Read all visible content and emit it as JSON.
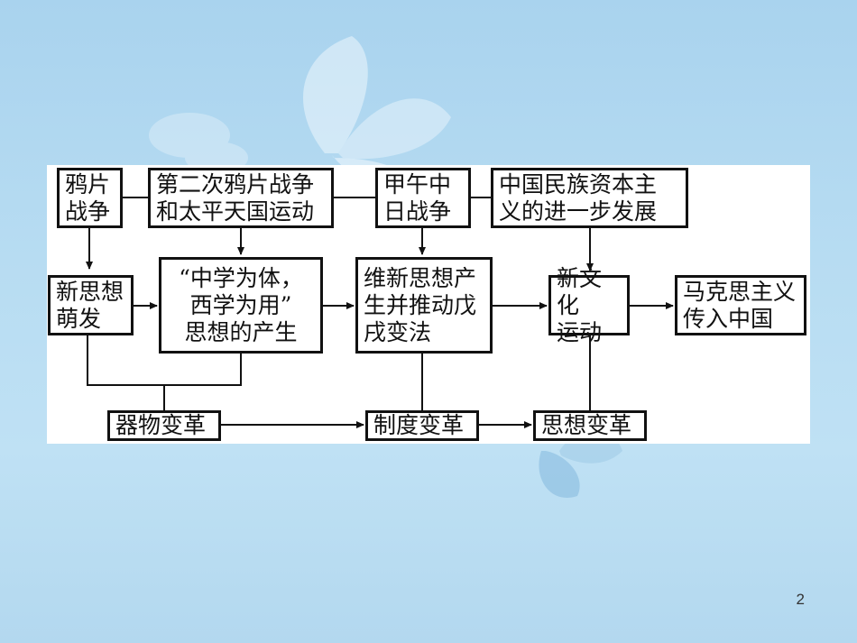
{
  "slide": {
    "page_number": "2"
  },
  "diagram": {
    "top_row": {
      "opium_war": "鸦片\n战争",
      "second_opium_war": "第二次鸦片战争\n和太平天国运动",
      "sino_japanese_war": "甲午中\n日战争",
      "national_capitalism": "中国民族资本主\n义的进一步发展"
    },
    "middle_row": {
      "new_thought": "新思想\n萌发",
      "zhongti_xiyong": "“中学为体，\n西学为用”\n思想的产生",
      "reform_thought": "维新思想产\n生并推动戊\n戌变法",
      "new_culture": "新文化\n运动",
      "marxism": "马克思主义\n传入中国"
    },
    "bottom_row": {
      "material_change": "器物变革",
      "institutional_change": "制度变革",
      "ideological_change": "思想变革"
    }
  }
}
